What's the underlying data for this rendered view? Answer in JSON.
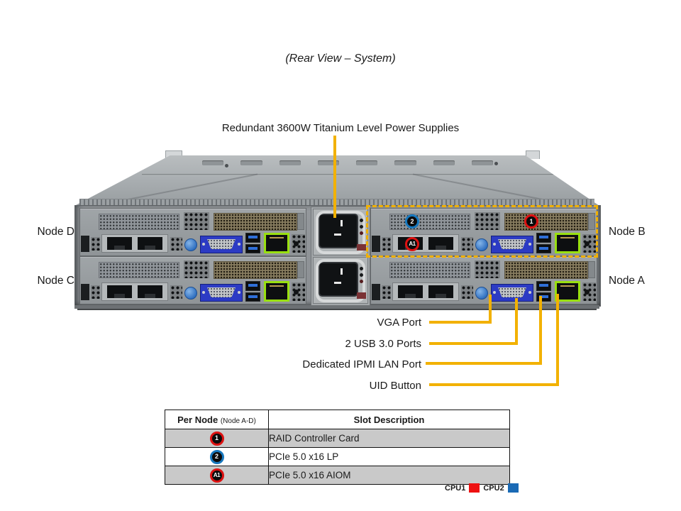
{
  "title": "(Rear View – System)",
  "psu_callout": {
    "label": "Redundant 3600W Titanium Level Power Supplies"
  },
  "node_labels": [
    {
      "position": "top-left",
      "label": "Node D"
    },
    {
      "position": "bottom-left",
      "label": "Node C"
    },
    {
      "position": "top-right",
      "label": "Node B"
    },
    {
      "position": "bottom-right",
      "label": "Node A"
    }
  ],
  "port_callouts": [
    {
      "label": "VGA Port"
    },
    {
      "label": "2 USB 3.0 Ports"
    },
    {
      "label": "Dedicated IPMI LAN Port"
    },
    {
      "label": "UID Button"
    }
  ],
  "image_badges": {
    "slot1": "1",
    "slot2": "2",
    "aiom": "A1"
  },
  "table": {
    "headers": {
      "col1_main": "Per Node",
      "col1_sub": "(Node A-D)",
      "col2": "Slot Description"
    },
    "rows": [
      {
        "badge": "1",
        "badge_color": "#DD1111",
        "description": "RAID Controller Card"
      },
      {
        "badge": "2",
        "badge_color": "#1778BE",
        "description": "PCIe 5.0 x16 LP"
      },
      {
        "badge": "A1",
        "badge_color": "#DD1111",
        "description": "PCIe 5.0 x16 AIOM"
      }
    ]
  },
  "legend": [
    {
      "label": "CPU1",
      "color": "#EE1111"
    },
    {
      "label": "CPU2",
      "color": "#1A6AB5"
    }
  ],
  "colors": {
    "callout_line": "#F2B100",
    "dashed_outline": "#F0B000",
    "ipmi_green": "#99E010",
    "vga_blue": "#2C3BC4",
    "badge_red": "#DD1111",
    "badge_blue": "#1778BE"
  }
}
